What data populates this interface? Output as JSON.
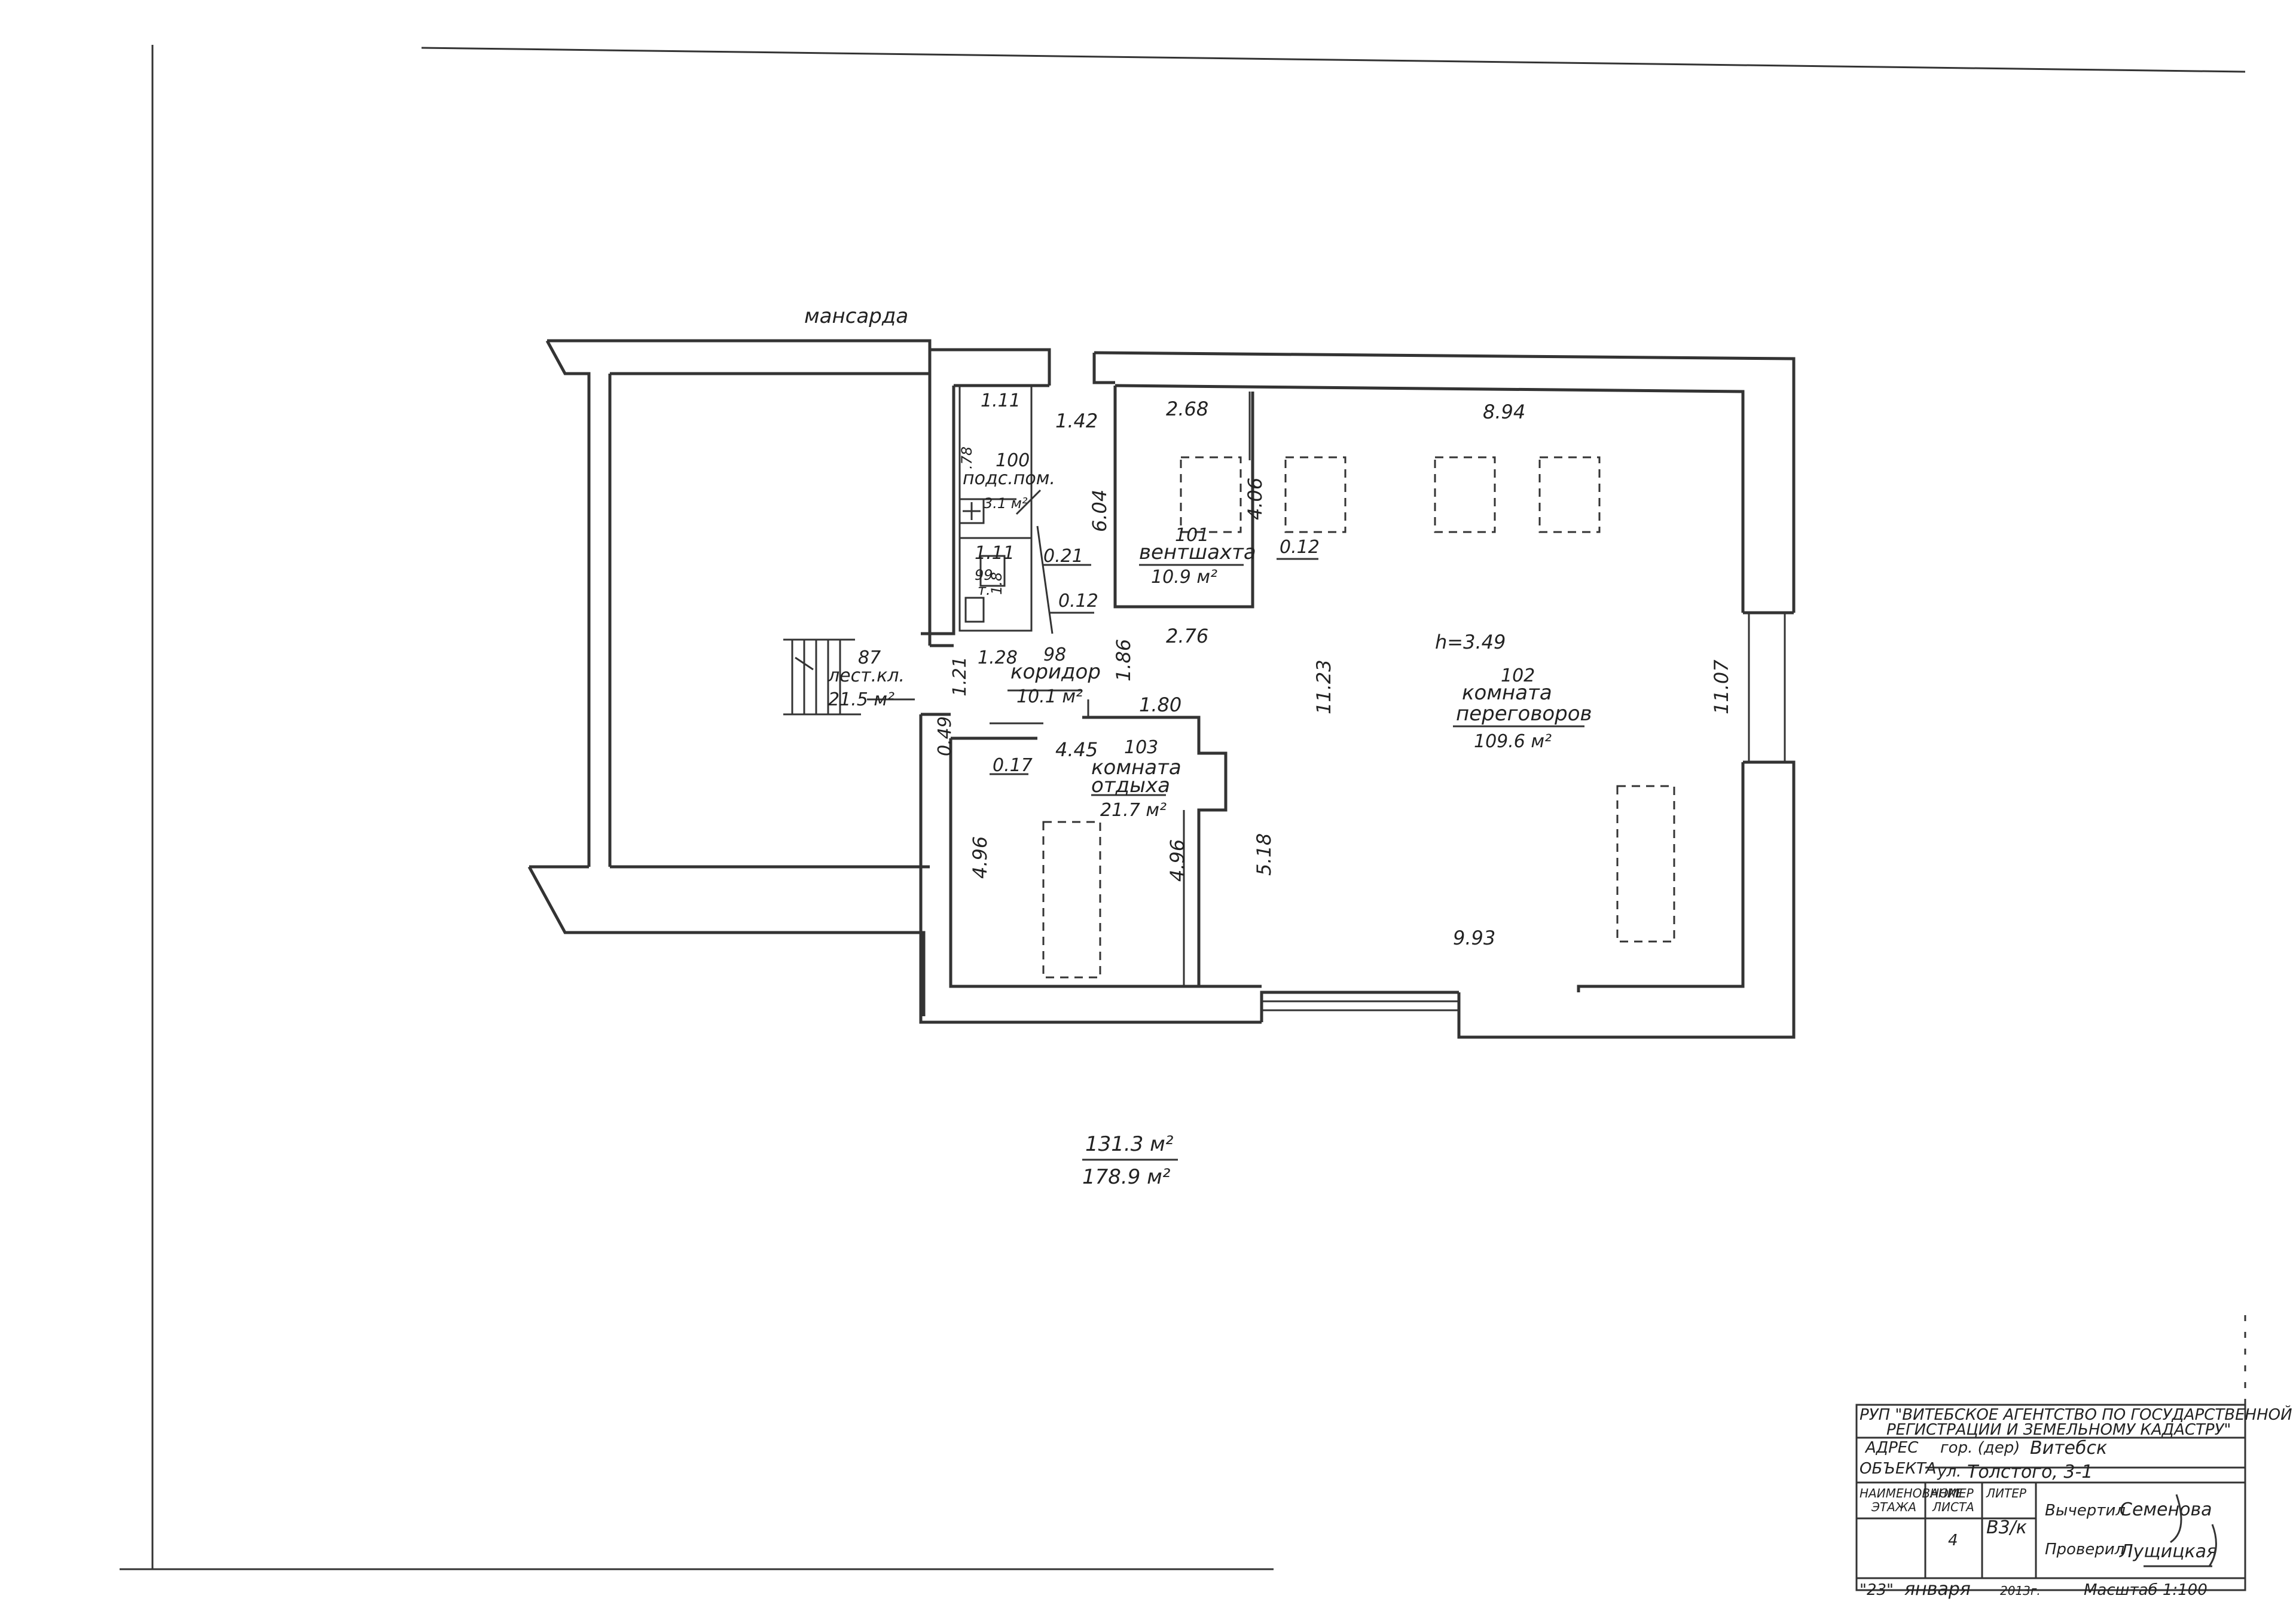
{
  "plan": {
    "area_label": "мансарда",
    "height_label": "h=3.49",
    "rooms": {
      "r100": {
        "num": "100",
        "name": "подс.пом.",
        "area": "3.1 м²"
      },
      "r99": {
        "num": "99",
        "name": "т.",
        "area": "1.8"
      },
      "r98": {
        "num": "98",
        "name": "коридор",
        "area": "10.1 м²"
      },
      "r87": {
        "num": "87",
        "name": "лест.кл.",
        "area": "21.5 м²"
      },
      "r101": {
        "num": "101",
        "name": "вентшахта",
        "area": "10.9 м²"
      },
      "r102": {
        "num": "102",
        "name1": "комната",
        "name2": "переговоров",
        "area": "109.6 м²"
      },
      "r103": {
        "num": "103",
        "name1": "комната",
        "name2": "отдыха",
        "area": "21.7 м²"
      }
    },
    "dims": {
      "d_111a": "1.11",
      "d_078": ".78",
      "d_111b": "1.11",
      "d_021": "0.21",
      "d_142": "1.42",
      "d_604": "6.04",
      "d_012a": "0.12",
      "d_268": "2.68",
      "d_406": "4.06",
      "d_012b": "0.12",
      "d_894": "8.94",
      "d_276": "2.76",
      "d_186": "1.86",
      "d_128": "1.28",
      "d_121": "1.21",
      "d_180": "1.80",
      "d_049": "0.49",
      "d_017": "0.17",
      "d_445": "4.45",
      "d_1123": "11.23",
      "d_1107": "11.07",
      "d_496a": "4.96",
      "d_496b": "4.96",
      "d_518": "5.18",
      "d_993": "9.93"
    },
    "totals": {
      "living": "131.3 м²",
      "total": "178.9 м²"
    }
  },
  "title_block": {
    "org_line1": "РУП \"ВИТЕБСКОЕ АГЕНТСТВО ПО ГОСУДАРСТВЕННОЙ",
    "org_line2": "РЕГИСТРАЦИИ И ЗЕМЕЛЬНОМУ КАДАСТРУ\"",
    "address_label1": "АДРЕС",
    "address_label2": "ОБЪЕКТА",
    "city_prefix": "гор. (дер)",
    "city": "Витебск",
    "street_prefix": "ул.",
    "street": "Толстого, 3-1",
    "floor_name_label1": "НАИМЕНОВАНИЕ",
    "floor_name_label2": "ЭТАЖА",
    "sheet_label1": "НОМЕР",
    "sheet_label2": "ЛИСТА",
    "liter_label": "ЛИТЕР",
    "liter": "В3/к",
    "sheet_number": "4",
    "drawn_label": "Вычертил",
    "drawn_name": "Семенова",
    "checked_label": "Проверил",
    "checked_name": "Лущицкая",
    "date_day": "\"23\"",
    "date_month": "января",
    "date_year": "2013г.",
    "scale": "Масштаб 1:100"
  }
}
